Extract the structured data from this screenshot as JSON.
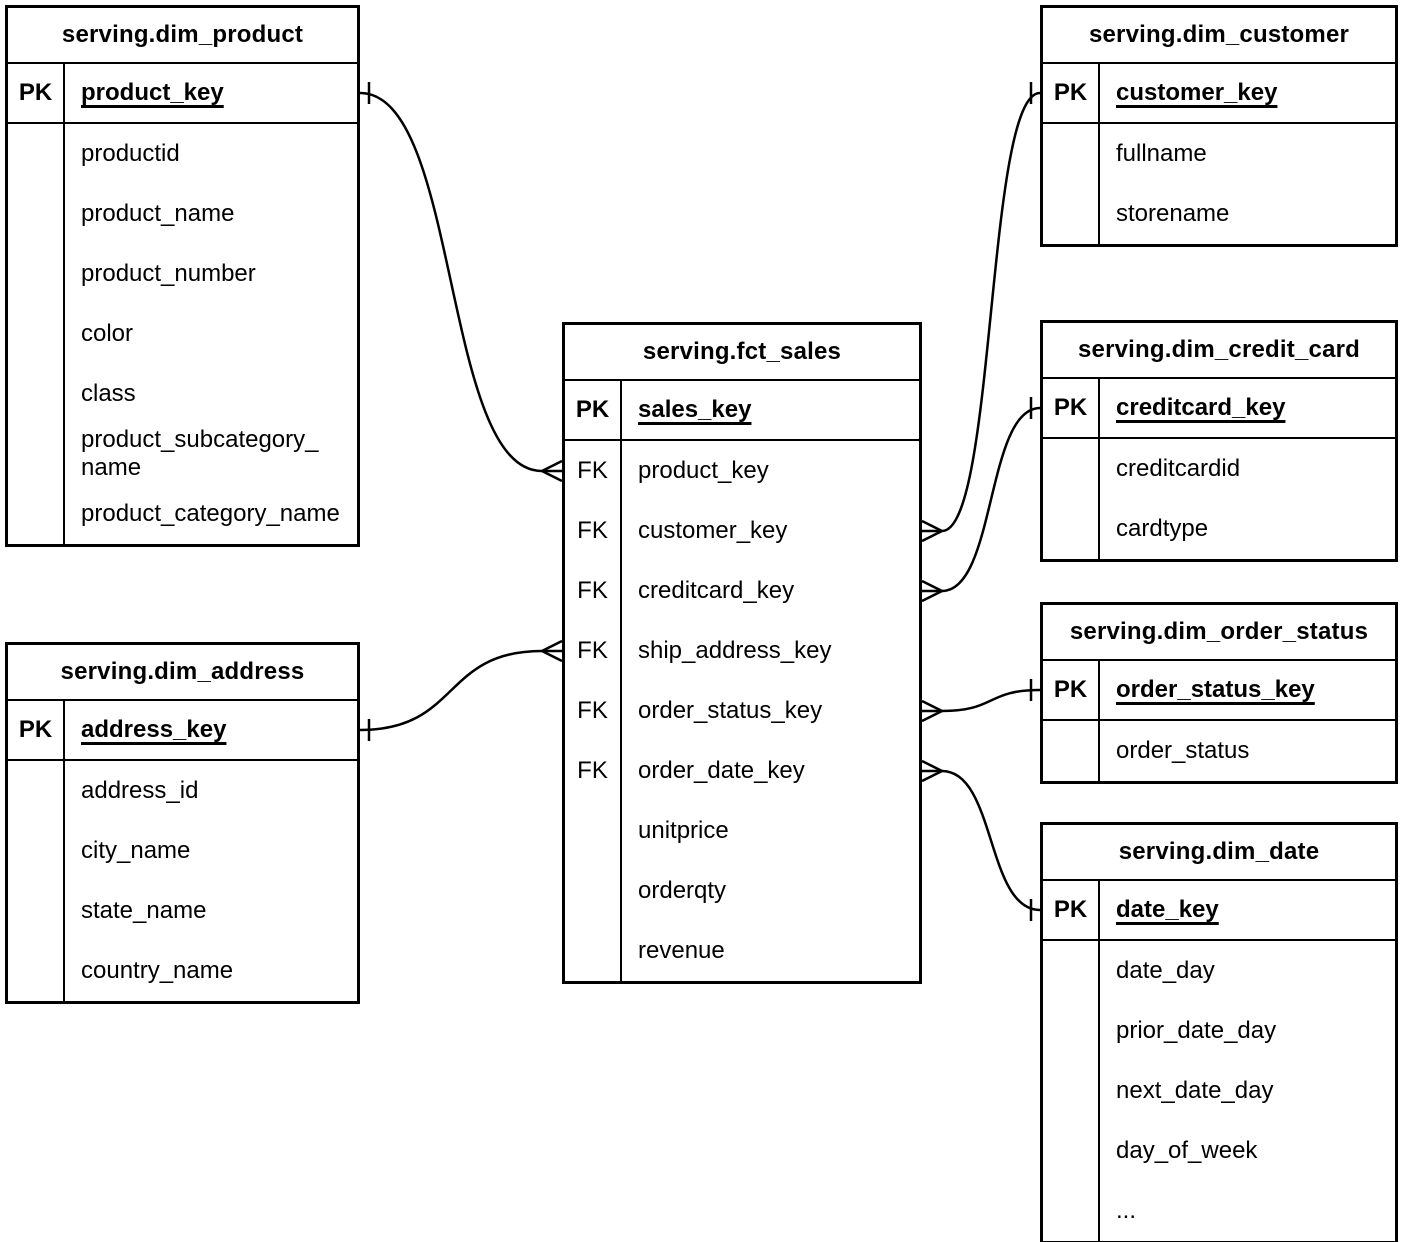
{
  "er": {
    "tables": [
      {
        "id": "dim_product",
        "title": "serving.dim_product",
        "rows": [
          {
            "label": "PK",
            "name": "product_key",
            "pk": true
          },
          {
            "label": "",
            "name": "productid"
          },
          {
            "label": "",
            "name": "product_name"
          },
          {
            "label": "",
            "name": "product_number"
          },
          {
            "label": "",
            "name": "color"
          },
          {
            "label": "",
            "name": "class"
          },
          {
            "label": "",
            "name": "product_subcategory_\nname"
          },
          {
            "label": "",
            "name": "product_category_name"
          }
        ]
      },
      {
        "id": "dim_customer",
        "title": "serving.dim_customer",
        "rows": [
          {
            "label": "PK",
            "name": "customer_key",
            "pk": true
          },
          {
            "label": "",
            "name": "fullname"
          },
          {
            "label": "",
            "name": "storename"
          }
        ]
      },
      {
        "id": "fct_sales",
        "title": "serving.fct_sales",
        "rows": [
          {
            "label": "PK",
            "name": "sales_key",
            "pk": true
          },
          {
            "label": "FK",
            "name": "product_key"
          },
          {
            "label": "FK",
            "name": "customer_key"
          },
          {
            "label": "FK",
            "name": "creditcard_key"
          },
          {
            "label": "FK",
            "name": "ship_address_key"
          },
          {
            "label": "FK",
            "name": "order_status_key"
          },
          {
            "label": "FK",
            "name": "order_date_key"
          },
          {
            "label": "",
            "name": "unitprice"
          },
          {
            "label": "",
            "name": "orderqty"
          },
          {
            "label": "",
            "name": "revenue"
          }
        ]
      },
      {
        "id": "dim_credit_card",
        "title": "serving.dim_credit_card",
        "rows": [
          {
            "label": "PK",
            "name": "creditcard_key",
            "pk": true
          },
          {
            "label": "",
            "name": "creditcardid"
          },
          {
            "label": "",
            "name": "cardtype"
          }
        ]
      },
      {
        "id": "dim_order_status",
        "title": "serving.dim_order_status",
        "rows": [
          {
            "label": "PK",
            "name": "order_status_key",
            "pk": true
          },
          {
            "label": "",
            "name": "order_status"
          }
        ]
      },
      {
        "id": "dim_date",
        "title": "serving.dim_date",
        "rows": [
          {
            "label": "PK",
            "name": "date_key",
            "pk": true
          },
          {
            "label": "",
            "name": "date_day"
          },
          {
            "label": "",
            "name": "prior_date_day"
          },
          {
            "label": "",
            "name": "next_date_day"
          },
          {
            "label": "",
            "name": "day_of_week"
          },
          {
            "label": "",
            "name": "..."
          }
        ]
      },
      {
        "id": "dim_address",
        "title": "serving.dim_address",
        "rows": [
          {
            "label": "PK",
            "name": "address_key",
            "pk": true
          },
          {
            "label": "",
            "name": "address_id"
          },
          {
            "label": "",
            "name": "city_name"
          },
          {
            "label": "",
            "name": "state_name"
          },
          {
            "label": "",
            "name": "country_name"
          }
        ]
      }
    ],
    "relationships": [
      {
        "from": "fct_sales",
        "from_field": "product_key",
        "to": "dim_product",
        "to_field": "product_key",
        "from_card": "many",
        "to_card": "one"
      },
      {
        "from": "fct_sales",
        "from_field": "customer_key",
        "to": "dim_customer",
        "to_field": "customer_key",
        "from_card": "many",
        "to_card": "one"
      },
      {
        "from": "fct_sales",
        "from_field": "creditcard_key",
        "to": "dim_credit_card",
        "to_field": "creditcard_key",
        "from_card": "many",
        "to_card": "one"
      },
      {
        "from": "fct_sales",
        "from_field": "ship_address_key",
        "to": "dim_address",
        "to_field": "address_key",
        "from_card": "many",
        "to_card": "one"
      },
      {
        "from": "fct_sales",
        "from_field": "order_status_key",
        "to": "dim_order_status",
        "to_field": "order_status_key",
        "from_card": "many",
        "to_card": "one"
      },
      {
        "from": "fct_sales",
        "from_field": "order_date_key",
        "to": "dim_date",
        "to_field": "date_key",
        "from_card": "many",
        "to_card": "one"
      }
    ],
    "line_color": "#000000",
    "background_color": "#ffffff"
  }
}
